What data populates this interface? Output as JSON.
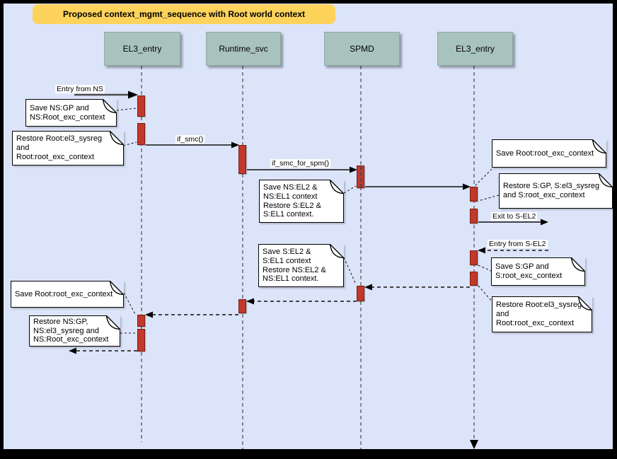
{
  "title": "Proposed context_mgmt_sequence with Root world context",
  "colors": {
    "background": "#dce4f9",
    "frame": "#000000",
    "title_bg": "#fdd35c",
    "lifeline_header_bg": "#a8c3bd",
    "activation_bar": "#c0392b",
    "note_bg": "#ffffff"
  },
  "lifelines": [
    {
      "label": "EL3_entry"
    },
    {
      "label": "Runtime_svc"
    },
    {
      "label": "SPMD"
    },
    {
      "label": "EL3_entry"
    }
  ],
  "messages": [
    {
      "label": "Entry from NS",
      "type": "solid"
    },
    {
      "label": "if_smc()",
      "type": "solid"
    },
    {
      "label": "if_smc_for_spm()",
      "type": "solid"
    },
    {
      "label": "Exit to S-EL2",
      "type": "solid"
    },
    {
      "label": "Entry from S-EL2",
      "type": "dashed"
    }
  ],
  "notes": [
    {
      "text": "Save NS:GP and\nNS:Root_exc_context"
    },
    {
      "text": "Restore Root:el3_sysreg\nand\nRoot:root_exc_context"
    },
    {
      "text": "Save NS:EL2 &\nNS:EL1 context\nRestore S:EL2 &\nS:EL1 context."
    },
    {
      "text": "Save Root:root_exc_context"
    },
    {
      "text": "Restore S:GP, S:el3_sysreg\nand S:root_exc_context"
    },
    {
      "text": "Save S:GP and\nS:root_exc_context"
    },
    {
      "text": "Restore Root:el3_sysreg\nand\nRoot:root_exc_context"
    },
    {
      "text": "Save S:EL2 &\nS:EL1 context\nRestore NS:EL2 &\nNS:EL1 context."
    },
    {
      "text": "Save Root:root_exc_context"
    },
    {
      "text": "Restore NS:GP,\nNS:el3_sysreg and\nNS:Root_exc_context"
    }
  ]
}
